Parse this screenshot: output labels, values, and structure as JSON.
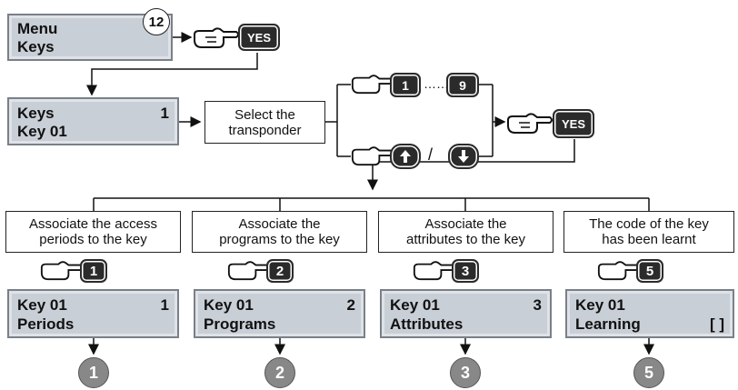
{
  "step_badge": "12",
  "yes_label": "YES",
  "lcd_menu": {
    "line1": "Menu",
    "line2": "Keys"
  },
  "lcd_keys": {
    "line1": "Keys",
    "line2": "Key 01",
    "num": "1"
  },
  "select_label": "Select the\ntransponder",
  "key_range": {
    "from": "1",
    "dots": "……",
    "to": "9"
  },
  "arrow_sep": "/",
  "options": [
    {
      "label": "Associate the access\nperiods to the key",
      "key": "1",
      "line1": "Key 01",
      "line2": "Periods",
      "num": "1",
      "right2": "",
      "circle": "1"
    },
    {
      "label": "Associate the\nprograms to the key",
      "key": "2",
      "line1": "Key 01",
      "line2": "Programs",
      "num": "2",
      "right2": "",
      "circle": "2"
    },
    {
      "label": "Associate the\nattributes to the key",
      "key": "3",
      "line1": "Key 01",
      "line2": "Attributes",
      "num": "3",
      "right2": "",
      "circle": "3"
    },
    {
      "label": "The code of the key\nhas been learnt",
      "key": "5",
      "line1": "Key 01",
      "line2": "Learning",
      "num": "",
      "right2": "[ ]",
      "circle": "5"
    }
  ],
  "colors": {
    "lcd_bg": "#c9cfd6",
    "key_bg": "#2b2b2b",
    "circle_bg": "#888888"
  }
}
